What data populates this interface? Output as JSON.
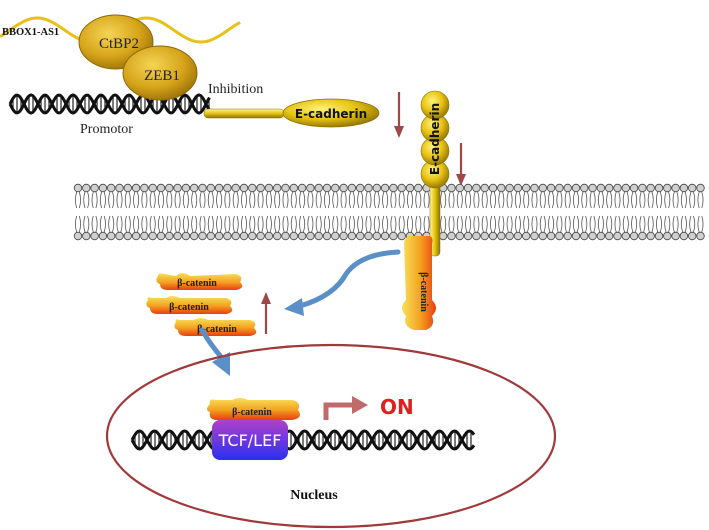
{
  "labels": {
    "lncrna": "BBOX1-AS1",
    "ctbp2": "CtBP2",
    "zeb1": "ZEB1",
    "inhibition": "Inhibition",
    "promotor": "Promotor",
    "ecadherin_horizontal": "E-cadherin",
    "ecadherin_vertical": "E-cadherin",
    "bcatenin_membrane": "β-catenin",
    "bcatenin_1": "β-catenin",
    "bcatenin_2": "β-catenin",
    "bcatenin_3": "β-catenin",
    "bcatenin_nuclear": "β-catenin",
    "tcf_lef": "TCF/LEF",
    "on": "ON",
    "nucleus": "Nucleus"
  },
  "colors": {
    "down_arrow": "#a04848",
    "up_arrow": "#a04848",
    "translocation_arrow": "#5b8fc8",
    "nucleus_outline": "#a03a3a",
    "on_text": "#e02020",
    "gold_light": "#f2d64a",
    "gold_dark": "#a8820e",
    "dna_strand": "#1a1a1a",
    "membrane": "#555555",
    "tcf_top": "#b040c8",
    "tcf_bottom": "#3030e8"
  },
  "icons": {
    "down_arrow_1": "down-arrow-icon",
    "down_arrow_2": "down-arrow-icon",
    "up_arrow": "up-arrow-icon",
    "on_arrow": "right-arrow-icon"
  }
}
